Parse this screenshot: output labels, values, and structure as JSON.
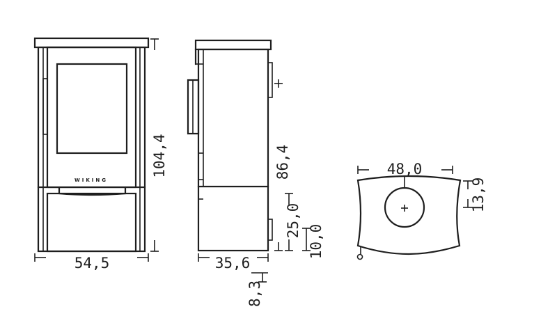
{
  "front_view": {
    "brand": "WIKING",
    "width_label": "54,5",
    "height_label": "104,4"
  },
  "side_view": {
    "depth_label": "35,6",
    "height_label": "86,4",
    "label_25": "25,0",
    "label_10": "10,0",
    "label_8": "8,3"
  },
  "top_view": {
    "width_label": "48,0",
    "offset_label": "13,9"
  },
  "colors": {
    "line": "#1e1e1e",
    "background": "#ffffff"
  }
}
